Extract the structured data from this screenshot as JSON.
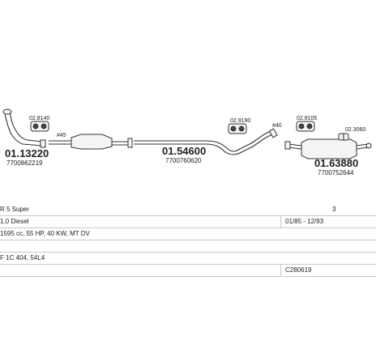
{
  "parts": [
    {
      "number": "01.13220",
      "oem": "7700862219"
    },
    {
      "number": "01.54600",
      "oem": "7700760620"
    },
    {
      "number": "01.63880",
      "oem": "7700752644"
    }
  ],
  "fittings": {
    "gasket_1": "02.8140",
    "clamp_1": "#45",
    "gasket_2": "02.9190",
    "clamp_2": "#40",
    "gasket_3": "02.8105",
    "hanger_1": "02.3060"
  },
  "info": {
    "model": "R 5 Super",
    "engine": "1.0 Diesel",
    "years": "01/85 - 12/93",
    "spec": "1595 cc, 55 HP, 40 KW, MT DV",
    "mark": "3",
    "code": "F 1C 404, 54L4",
    "ref": "C280619"
  }
}
